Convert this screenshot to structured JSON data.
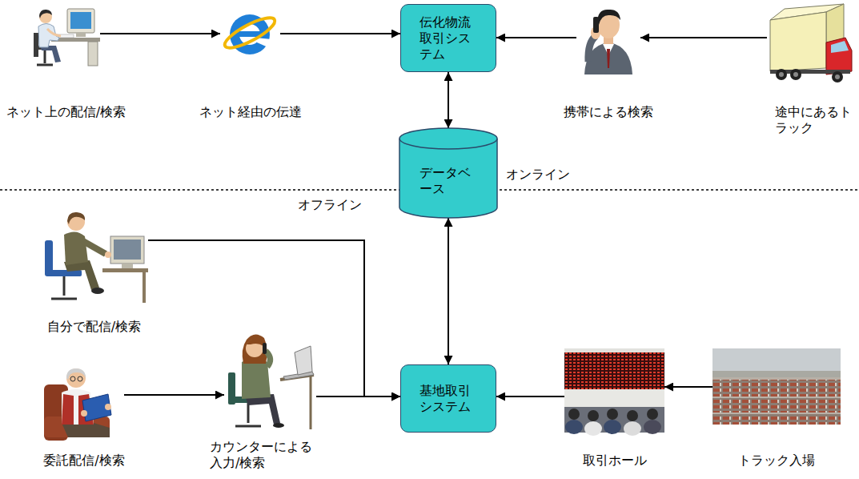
{
  "diagram": {
    "nodes": [
      {
        "text": [
          "ネット上の配信/検索"
        ]
      },
      {
        "text": [
          "ネット経由の伝達"
        ]
      },
      {
        "text": [
          "伝化物流 取引シス テム"
        ]
      },
      {
        "text": [
          "携帯による検索"
        ]
      },
      {
        "text": [
          "途中にあるト ラック"
        ]
      },
      {
        "text": [
          "データベ ース"
        ]
      },
      {
        "text": [
          "自分で配信/検索"
        ]
      },
      {
        "text": [
          "委託配信/検索"
        ]
      },
      {
        "text": [
          "カウンターによる 入力/検索"
        ]
      },
      {
        "text": [
          "基地取引 システム"
        ]
      },
      {
        "text": [
          "取引ホール"
        ]
      },
      {
        "text": [
          "トラック入場"
        ]
      }
    ],
    "edges": [
      {
        "from": 0,
        "to": 1,
        "arrow": "to"
      },
      {
        "from": 1,
        "to": 2,
        "arrow": "to"
      },
      {
        "from": 3,
        "to": 2,
        "arrow": "to"
      },
      {
        "from": 4,
        "to": 3,
        "arrow": "to"
      },
      {
        "from": 2,
        "to": 5,
        "arrow": "both"
      },
      {
        "from": 5,
        "to": 9,
        "arrow": "both"
      },
      {
        "from": 6,
        "to": 9,
        "arrow": "to"
      },
      {
        "from": 7,
        "to": 8,
        "arrow": "to"
      },
      {
        "from": 8,
        "to": 9,
        "arrow": "to"
      },
      {
        "from": 10,
        "to": 9,
        "arrow": "to"
      },
      {
        "from": 11,
        "to": 10,
        "arrow": "to"
      }
    ],
    "labels": [
      "オンライン",
      "オフライン"
    ]
  }
}
